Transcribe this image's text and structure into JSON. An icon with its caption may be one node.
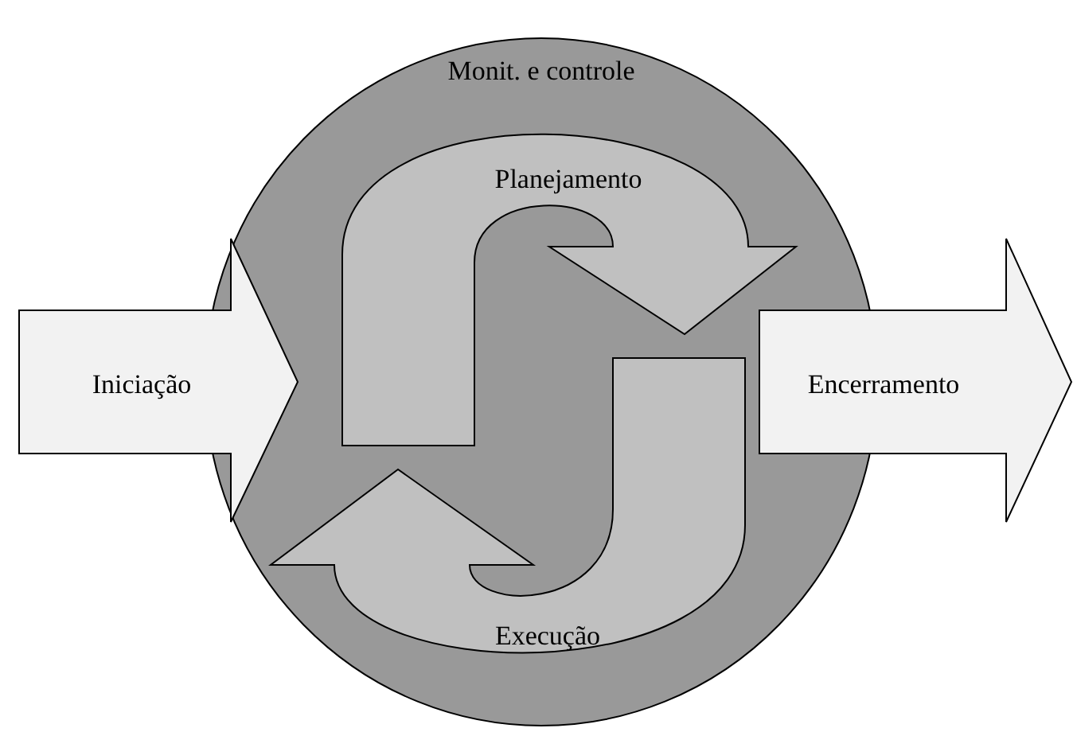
{
  "diagram": {
    "nodes": [
      {
        "text": [
          "Monit. e controle"
        ]
      },
      {
        "text": [
          "Planejamento"
        ],
        "in": 0
      },
      {
        "text": [
          "Execução"
        ],
        "in": 0
      },
      {
        "text": [
          "Iniciação"
        ]
      },
      {
        "text": [
          "Encerramento"
        ]
      }
    ]
  }
}
